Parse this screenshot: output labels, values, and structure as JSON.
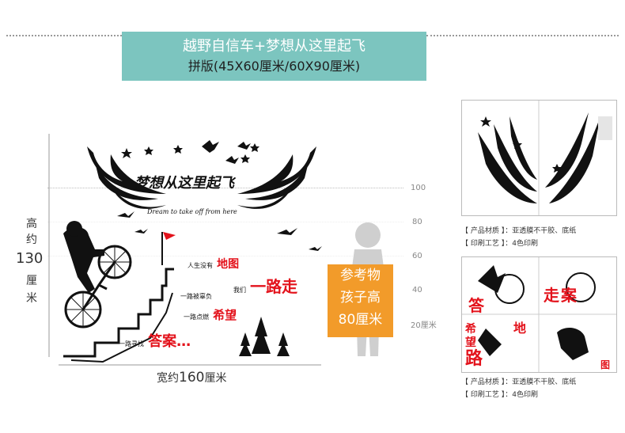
{
  "banner": {
    "title": "越野自信车+梦想从这里起飞",
    "subtitle": "拼版(45X60厘米/60X90厘米)"
  },
  "artwork": {
    "calligraphy": "梦想从这里起飞",
    "script_line": "Dream to take off from here",
    "phrases": [
      {
        "small": "人生没有",
        "big": "地图"
      },
      {
        "small": "一路被辜负",
        "big": ""
      },
      {
        "small": "我们",
        "big": "一路走"
      },
      {
        "small": "一路点燃",
        "big": "希望"
      },
      {
        "small": "一路寻找",
        "big": "答案…"
      }
    ]
  },
  "dimensions": {
    "height_label_top": "高",
    "height_label_about": "约",
    "height_value": "130",
    "height_unit_1": "厘",
    "height_unit_2": "米",
    "width_label": "宽约",
    "width_value": "160",
    "width_unit": "厘米"
  },
  "scale": {
    "ticks": [
      "100",
      "80",
      "60",
      "40",
      "20厘米"
    ]
  },
  "reference": {
    "line1": "参考物",
    "line2": "孩子高",
    "line3": "80厘米"
  },
  "thumb1": {
    "material_label": "【 产品材质 】：亚透膜不干胶、底纸",
    "process_label": "【 印刷工艺 】：4色印刷"
  },
  "thumb2": {
    "material_label": "【 产品材质 】：亚透膜不干胶、底纸",
    "process_label": "【 印刷工艺 】：4色印刷",
    "big_chars": [
      "走",
      "案",
      "答",
      "希",
      "望",
      "路",
      "地",
      "图"
    ]
  },
  "colors": {
    "banner": "#7cc5bf",
    "accent_red": "#e3121b",
    "reference_orange": "#f29b2a",
    "art_black": "#111111",
    "silhouette_gray": "#cfcfcf"
  }
}
